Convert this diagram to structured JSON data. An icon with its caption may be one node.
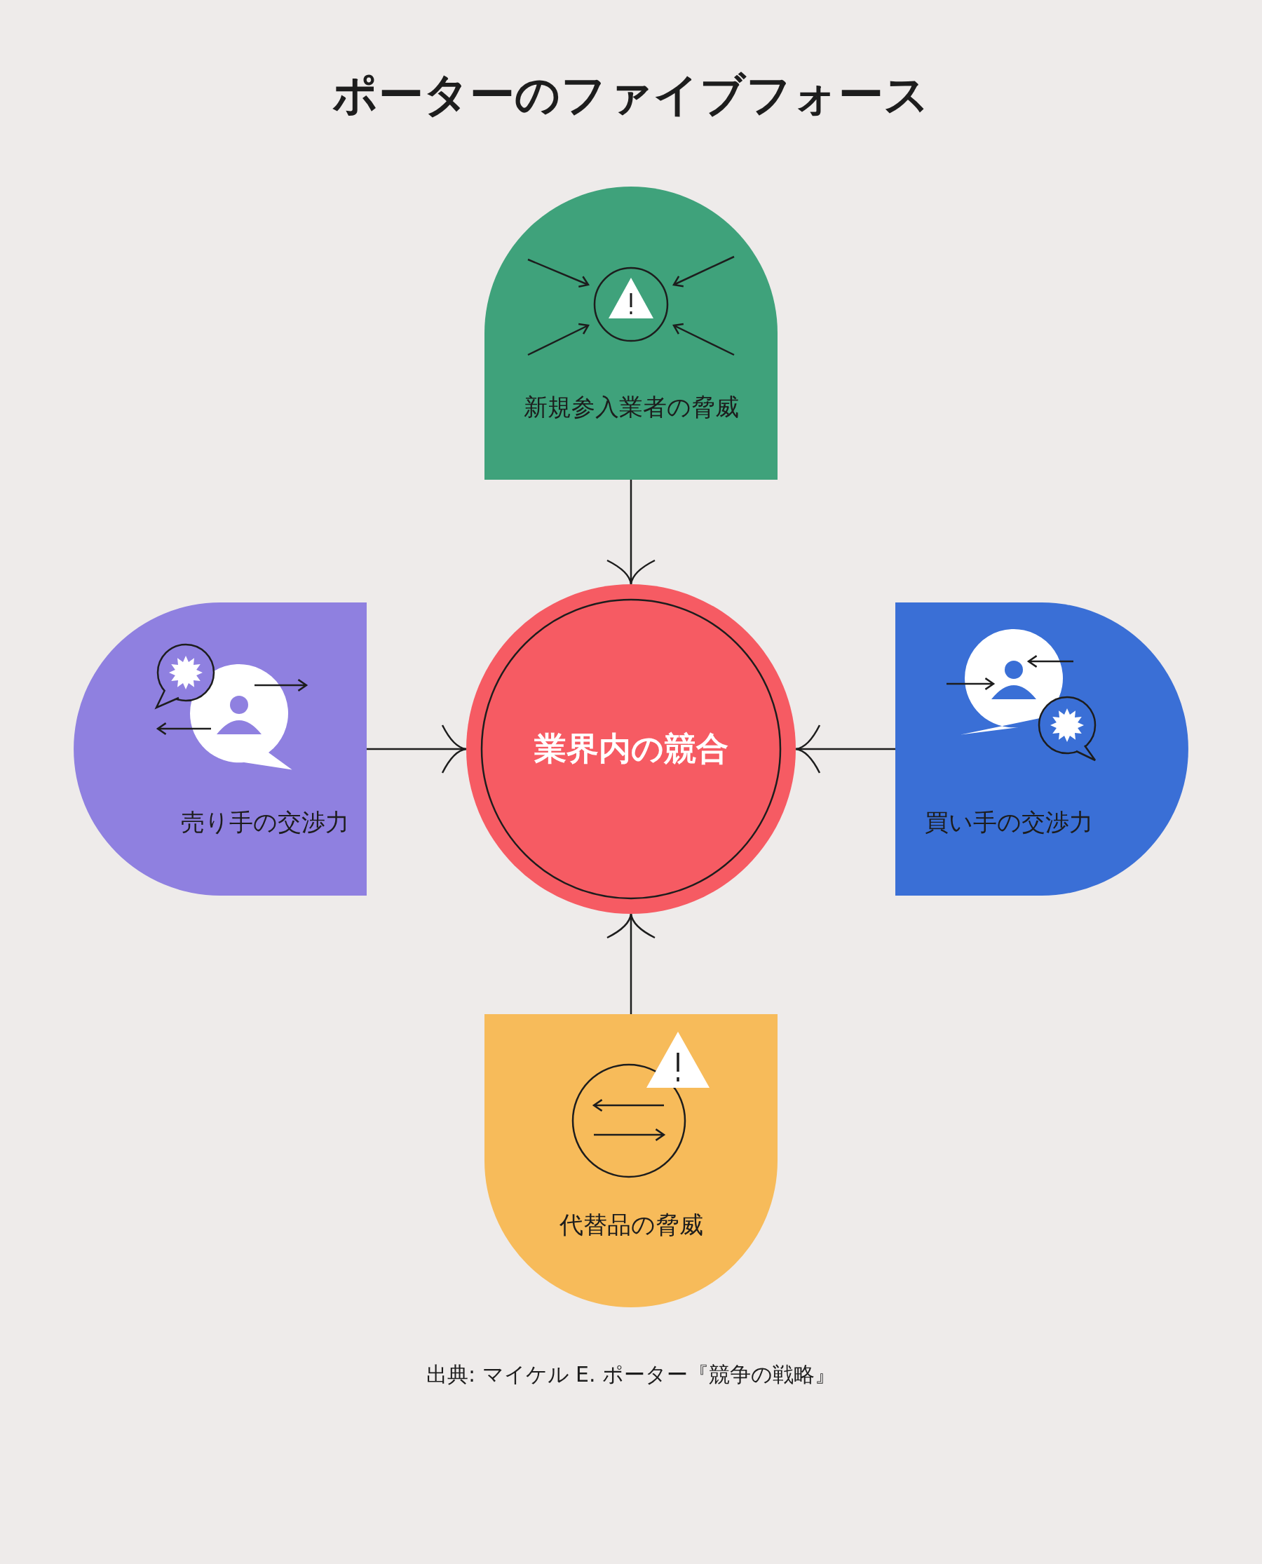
{
  "diagram": {
    "title": "ポーターのファイブフォース",
    "caption": "出典: マイケル E. ポーター『競争の戦略』",
    "nodes": [
      {
        "text": [
          "新規参入業者の脅威"
        ]
      },
      {
        "text": [
          "売り手の交渉力"
        ]
      },
      {
        "text": [
          "業界内の競合"
        ]
      },
      {
        "text": [
          "買い手の交渉力"
        ]
      },
      {
        "text": [
          "代替品の脅威"
        ]
      }
    ],
    "edges": [
      {
        "from": 0,
        "to": 2,
        "arrow": "to"
      },
      {
        "from": 1,
        "to": 2,
        "arrow": "to"
      },
      {
        "from": 3,
        "to": 2,
        "arrow": "to"
      },
      {
        "from": 4,
        "to": 2,
        "arrow": "to"
      }
    ]
  }
}
